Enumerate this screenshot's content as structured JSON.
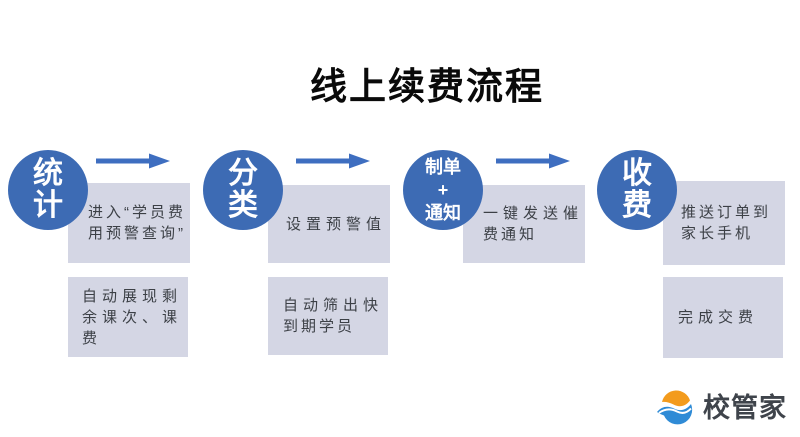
{
  "title": "线上续费流程",
  "steps": [
    {
      "circle_lines": [
        "统",
        "计"
      ],
      "top_box_lines": [
        "进入“学员费",
        "用预警查询”"
      ],
      "bottom_box_lines": [
        "自动展现剩",
        "余课次、课",
        "费"
      ]
    },
    {
      "circle_lines": [
        "分",
        "类"
      ],
      "top_box_lines": [
        "设置预警值"
      ],
      "bottom_box_lines": [
        "自动筛出快",
        "到期学员"
      ]
    },
    {
      "circle_lines": [
        "制单",
        "+",
        "通知"
      ],
      "top_box_lines": [
        "一键发送催",
        "费通知"
      ]
    },
    {
      "circle_lines": [
        "收",
        "费"
      ],
      "top_box_lines": [
        "推送订单到",
        "家长手机"
      ],
      "bottom_box_lines": [
        "完成交费"
      ]
    }
  ],
  "logo": {
    "text": "校管家"
  },
  "colors": {
    "circle_blue": "#3D6BB4",
    "arrow_blue": "#3E6EC0",
    "box_fill": "#D4D6E4",
    "box_text": "#3C4046",
    "title_black": "#0A0A0A",
    "logo_orange": "#F39B1D",
    "logo_blue": "#2F8BD6",
    "logo_text": "#3F444B"
  }
}
